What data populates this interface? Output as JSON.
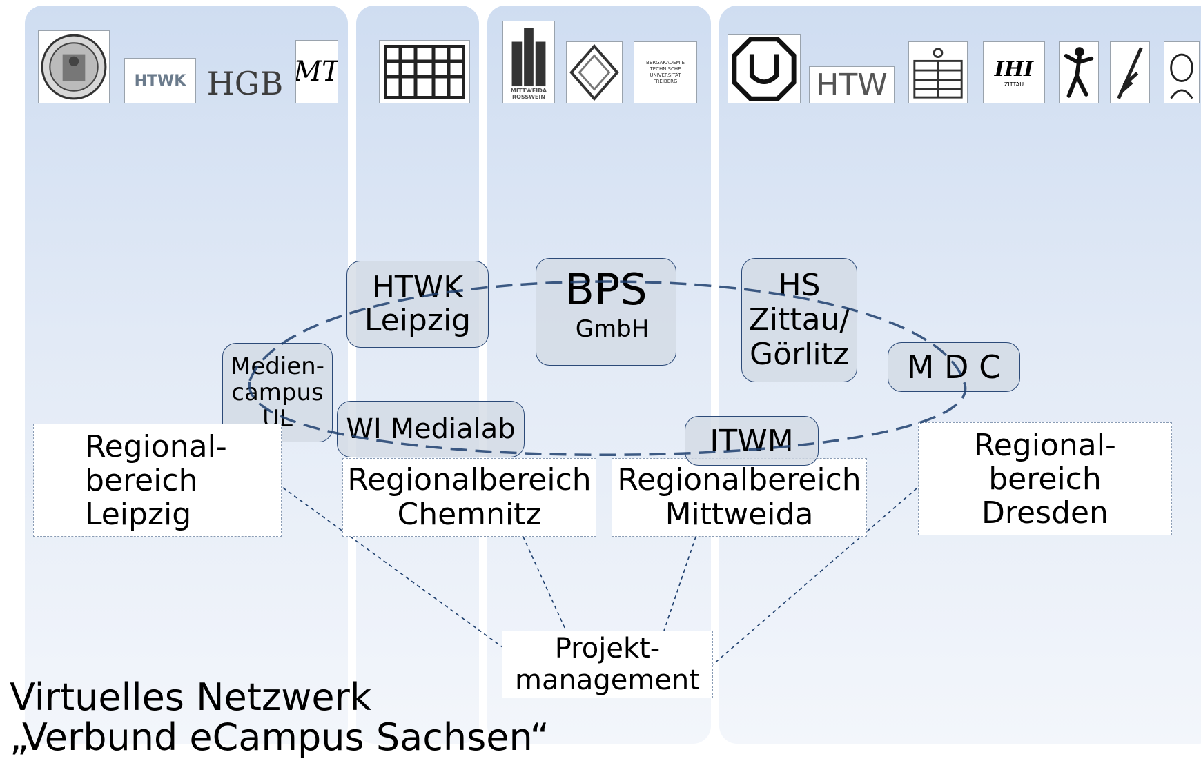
{
  "columns": [
    "Leipzig",
    "Chemnitz",
    "Mittweida",
    "Dresden"
  ],
  "logos": {
    "leipzig": [
      "university-seal",
      "HTWK",
      "HGB",
      "MT"
    ],
    "chemnitz": [
      "building"
    ],
    "mittweida": [
      "MITTWEIDA",
      "ROSSWEIN",
      "diamond",
      "BERGAKADEMIE",
      "TECHNISCHE",
      "UNIVERSITÄT",
      "FREIBERG"
    ],
    "dresden": [
      "tu-dresden",
      "HTW",
      "hfbk",
      "IHI",
      "ZITTAU",
      "dancer",
      "quill",
      "portrait"
    ]
  },
  "regions": {
    "leipzig": [
      "Regional-",
      "bereich",
      "Leipzig"
    ],
    "chemnitz": [
      "Regionalbereich",
      "Chemnitz"
    ],
    "mittweida": [
      "Regionalbereich",
      "Mittweida"
    ],
    "dresden": [
      "Regional-",
      "bereich",
      "Dresden"
    ]
  },
  "nodes": {
    "htwk": [
      "HTWK",
      "Leipzig"
    ],
    "bps": [
      "BPS",
      "GmbH"
    ],
    "hszg": [
      "HS",
      "Zittau/",
      "Görlitz"
    ],
    "mdc": "M D C",
    "mediencampus": [
      "Medien-",
      "campus",
      "UL"
    ],
    "wi_medialab": "WI Medialab",
    "itwm": "ITWM"
  },
  "project_management": [
    "Projekt-",
    "management"
  ],
  "caption": [
    "Virtuelles Netzwerk",
    "„Verbund eCampus Sachsen“"
  ],
  "colors": {
    "panel": "#d9e4f3",
    "ellipse": "#1e3f6e",
    "connector": "#1e3f6e",
    "node_border": "#2c4a78"
  }
}
